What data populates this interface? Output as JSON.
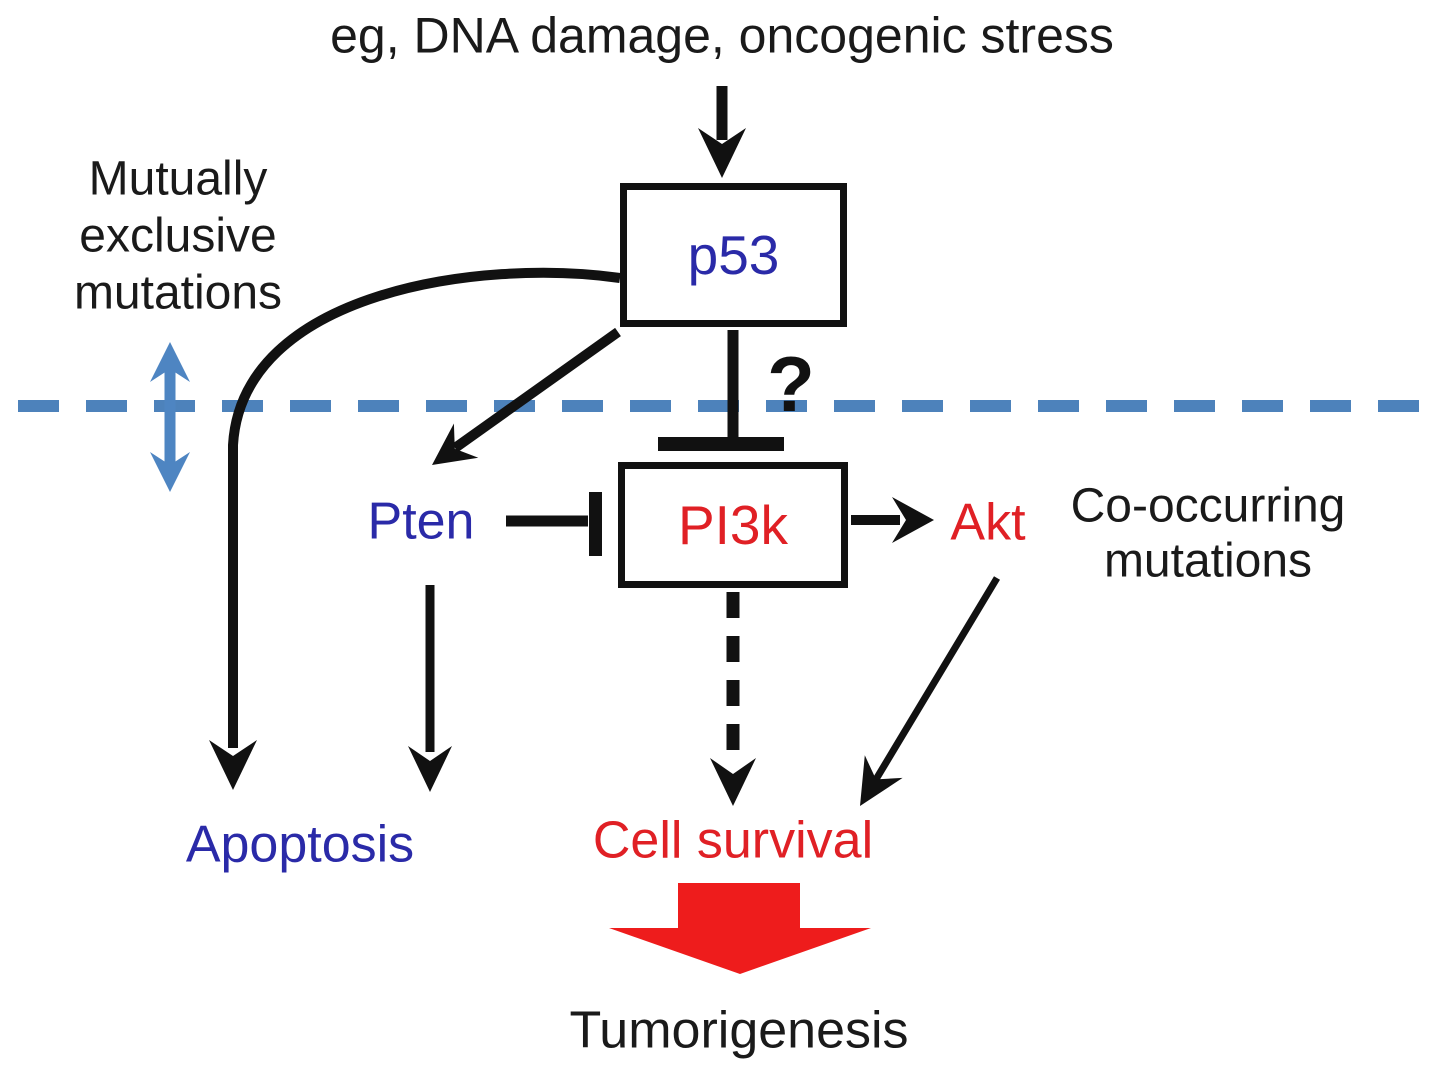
{
  "labels": {
    "stimulus": "eg, DNA damage, oncogenic stress",
    "mutually_exclusive": {
      "line1": "Mutually",
      "line2": "exclusive",
      "line3": "mutations"
    },
    "co_occurring": {
      "line1": "Co-occurring",
      "line2": "mutations"
    },
    "question_mark": "?",
    "apoptosis": "Apoptosis",
    "cell_survival": "Cell survival",
    "tumorigenesis": "Tumorigenesis"
  },
  "nodes": {
    "p53": "p53",
    "pten": "Pten",
    "pi3k": "PI3k",
    "akt": "Akt"
  },
  "colors": {
    "blue_text": "#2a2aa8",
    "red_text": "#e02025",
    "black": "#111111",
    "dashed_line_blue": "#4d82bb",
    "double_arrow_blue": "#4e85c2",
    "red_block_arrow": "#ee1c1c"
  },
  "edges": [
    {
      "from": "DNA damage / oncogenic stress",
      "to": "p53",
      "type": "activation"
    },
    {
      "from": "p53",
      "to": "PI3k",
      "type": "inhibition",
      "annotation": "?"
    },
    {
      "from": "p53",
      "to": "Pten",
      "type": "activation"
    },
    {
      "from": "p53",
      "to": "Apoptosis",
      "type": "activation"
    },
    {
      "from": "Pten",
      "to": "PI3k",
      "type": "inhibition"
    },
    {
      "from": "Pten",
      "to": "Apoptosis",
      "type": "activation"
    },
    {
      "from": "PI3k",
      "to": "Akt",
      "type": "activation"
    },
    {
      "from": "PI3k",
      "to": "Cell survival",
      "type": "activation-dashed"
    },
    {
      "from": "Akt",
      "to": "Cell survival",
      "type": "activation"
    },
    {
      "from": "Cell survival",
      "to": "Tumorigenesis",
      "type": "activation"
    }
  ]
}
